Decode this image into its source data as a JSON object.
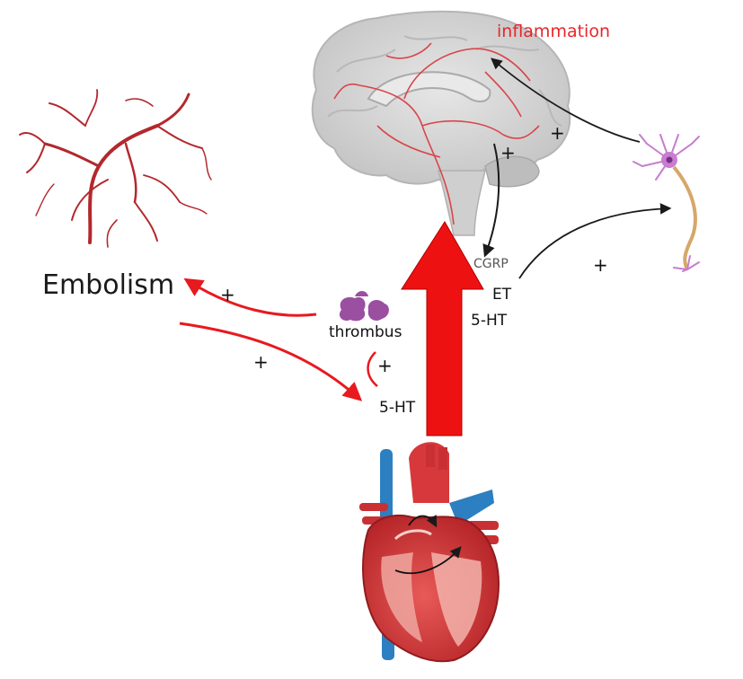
{
  "labels": {
    "embolism": "Embolism",
    "inflammation": "inflammation",
    "thrombus": "thrombus",
    "cgrp": "CGRP",
    "et": "ET",
    "ht_right": "5-HT",
    "ht_bottom": "5-HT"
  },
  "plus_sign": "+",
  "colors": {
    "arrow_red": "#e8191f",
    "big_arrow": "#ee1111",
    "vessel_red": "#b3282d",
    "brain_gray": "#d6d6d6",
    "neuron_purple": "#c77dd0",
    "heart_red": "#d7383b",
    "heart_blue": "#2c7fc0",
    "thrombus_purple": "#9b4fa1"
  },
  "icons": [
    "brain-icon",
    "blood-vessel-icon",
    "neuron-icon",
    "heart-icon",
    "thrombus-icon"
  ]
}
